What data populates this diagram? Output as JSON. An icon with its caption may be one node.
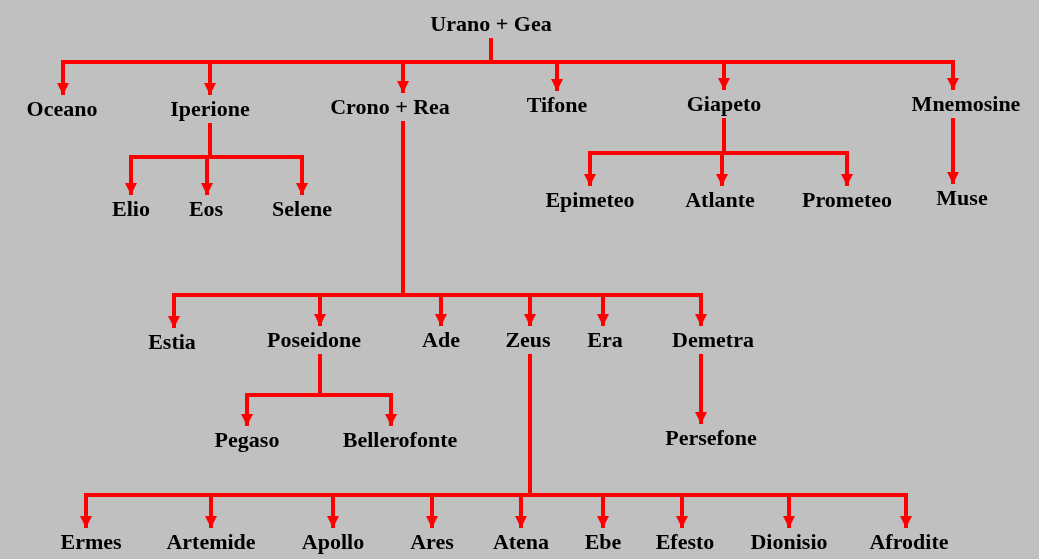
{
  "diagram": {
    "nodes": [
      {
        "text": [
          "Urano + Gea"
        ]
      },
      {
        "text": [
          "Oceano"
        ]
      },
      {
        "text": [
          "Iperione"
        ]
      },
      {
        "text": [
          "Crono + Rea"
        ]
      },
      {
        "text": [
          "Tifone"
        ]
      },
      {
        "text": [
          "Giapeto"
        ]
      },
      {
        "text": [
          "Mnemosine"
        ]
      },
      {
        "text": [
          "Elio"
        ]
      },
      {
        "text": [
          "Eos"
        ]
      },
      {
        "text": [
          "Selene"
        ]
      },
      {
        "text": [
          "Epimeteo"
        ]
      },
      {
        "text": [
          "Atlante"
        ]
      },
      {
        "text": [
          "Prometeo"
        ]
      },
      {
        "text": [
          "Muse"
        ]
      },
      {
        "text": [
          "Estia"
        ]
      },
      {
        "text": [
          "Poseidone"
        ]
      },
      {
        "text": [
          "Ade"
        ]
      },
      {
        "text": [
          "Zeus"
        ]
      },
      {
        "text": [
          "Era"
        ]
      },
      {
        "text": [
          "Demetra"
        ]
      },
      {
        "text": [
          "Pegaso"
        ]
      },
      {
        "text": [
          "Bellerofonte"
        ]
      },
      {
        "text": [
          "Persefone"
        ]
      },
      {
        "text": [
          "Ermes"
        ]
      },
      {
        "text": [
          "Artemide"
        ]
      },
      {
        "text": [
          "Apollo"
        ]
      },
      {
        "text": [
          "Ares"
        ]
      },
      {
        "text": [
          "Atena"
        ]
      },
      {
        "text": [
          "Ebe"
        ]
      },
      {
        "text": [
          "Efesto"
        ]
      },
      {
        "text": [
          "Dionisio"
        ]
      },
      {
        "text": [
          "Afrodite"
        ]
      }
    ],
    "edges": [
      {
        "from": 0,
        "to": 1,
        "arrow": "to"
      },
      {
        "from": 0,
        "to": 2,
        "arrow": "to"
      },
      {
        "from": 0,
        "to": 3,
        "arrow": "to"
      },
      {
        "from": 0,
        "to": 4,
        "arrow": "to"
      },
      {
        "from": 0,
        "to": 5,
        "arrow": "to"
      },
      {
        "from": 0,
        "to": 6,
        "arrow": "to"
      },
      {
        "from": 2,
        "to": 7,
        "arrow": "to"
      },
      {
        "from": 2,
        "to": 8,
        "arrow": "to"
      },
      {
        "from": 2,
        "to": 9,
        "arrow": "to"
      },
      {
        "from": 5,
        "to": 10,
        "arrow": "to"
      },
      {
        "from": 5,
        "to": 11,
        "arrow": "to"
      },
      {
        "from": 5,
        "to": 12,
        "arrow": "to"
      },
      {
        "from": 6,
        "to": 13,
        "arrow": "to"
      },
      {
        "from": 3,
        "to": 14,
        "arrow": "to"
      },
      {
        "from": 3,
        "to": 15,
        "arrow": "to"
      },
      {
        "from": 3,
        "to": 16,
        "arrow": "to"
      },
      {
        "from": 3,
        "to": 17,
        "arrow": "to"
      },
      {
        "from": 3,
        "to": 18,
        "arrow": "to"
      },
      {
        "from": 3,
        "to": 19,
        "arrow": "to"
      },
      {
        "from": 15,
        "to": 20,
        "arrow": "to"
      },
      {
        "from": 15,
        "to": 21,
        "arrow": "to"
      },
      {
        "from": 19,
        "to": 22,
        "arrow": "to"
      },
      {
        "from": 17,
        "to": 23,
        "arrow": "to"
      },
      {
        "from": 17,
        "to": 24,
        "arrow": "to"
      },
      {
        "from": 17,
        "to": 25,
        "arrow": "to"
      },
      {
        "from": 17,
        "to": 26,
        "arrow": "to"
      },
      {
        "from": 17,
        "to": 27,
        "arrow": "to"
      },
      {
        "from": 17,
        "to": 28,
        "arrow": "to"
      },
      {
        "from": 17,
        "to": 29,
        "arrow": "to"
      },
      {
        "from": 17,
        "to": 30,
        "arrow": "to"
      },
      {
        "from": 17,
        "to": 31,
        "arrow": "to"
      }
    ]
  }
}
